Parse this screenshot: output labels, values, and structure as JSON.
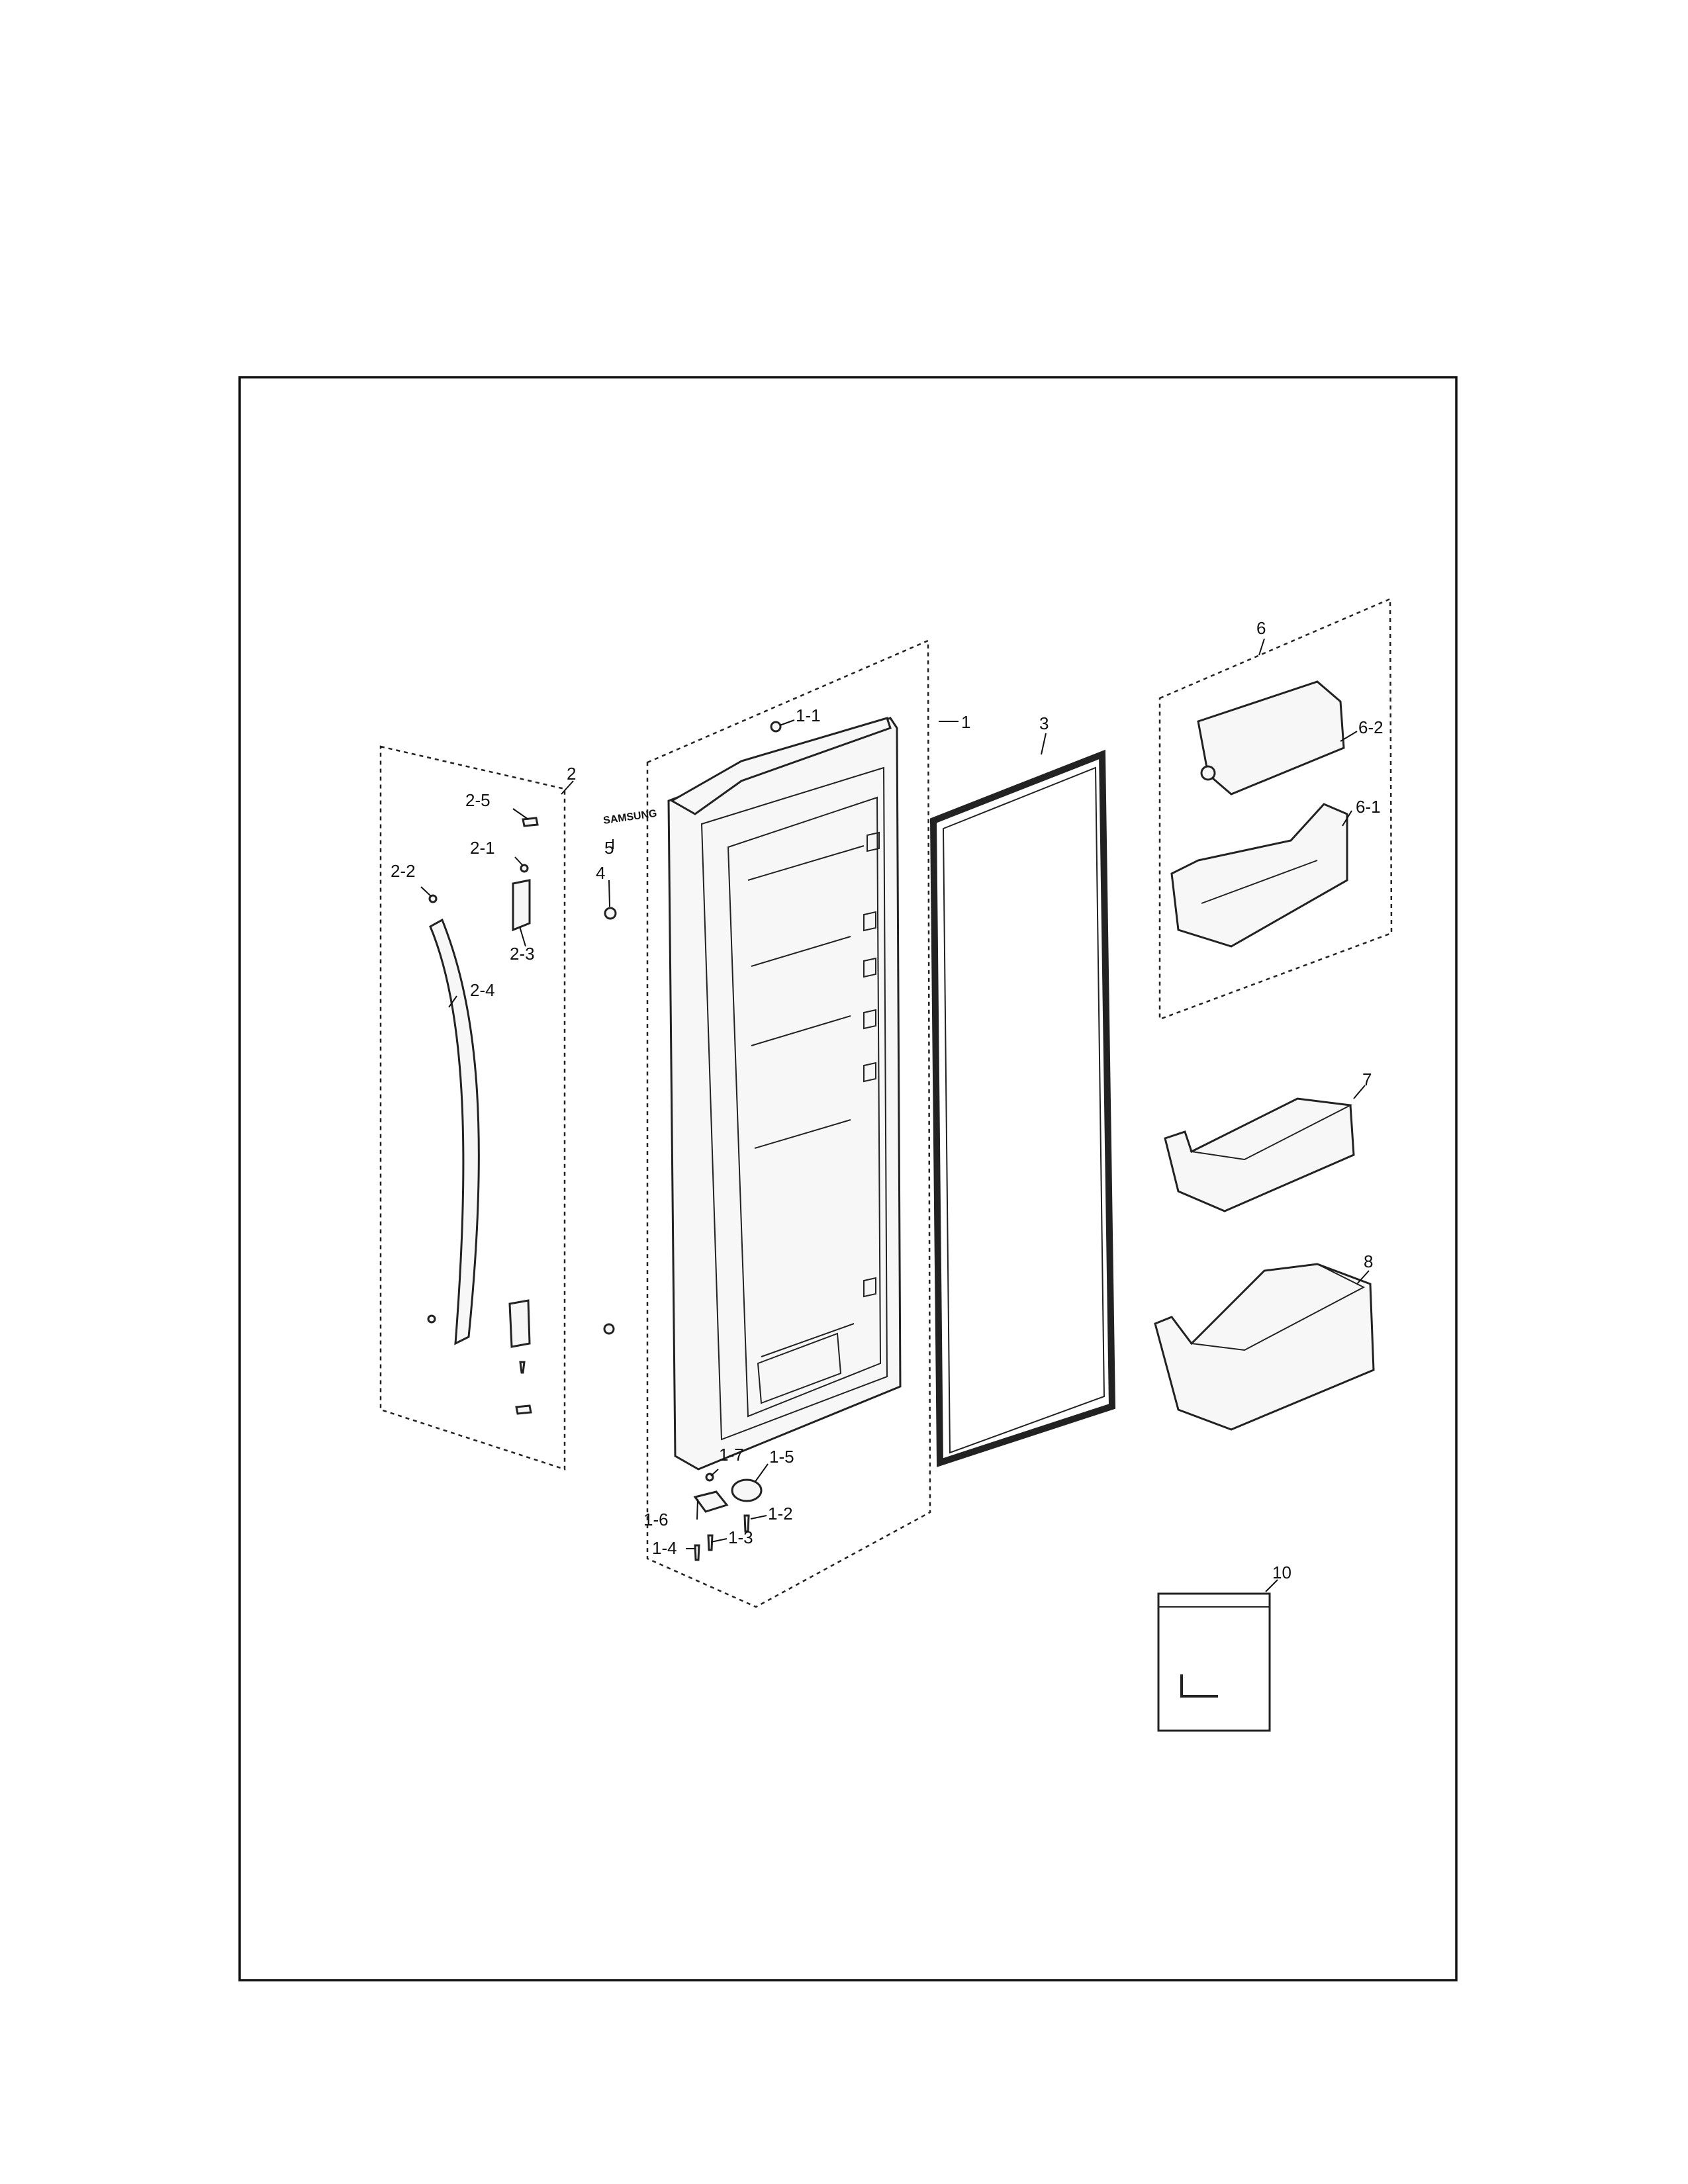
{
  "brand_mark": "SAMSUNG",
  "callouts": {
    "c1": "1",
    "c1_1": "1-1",
    "c1_2": "1-2",
    "c1_3": "1-3",
    "c1_4": "1-4",
    "c1_5": "1-5",
    "c1_6": "1-6",
    "c1_7": "1-7",
    "c2": "2",
    "c2_1": "2-1",
    "c2_2": "2-2",
    "c2_3": "2-3",
    "c2_4": "2-4",
    "c2_5": "2-5",
    "c3": "3",
    "c4": "4",
    "c5": "5",
    "c6": "6",
    "c6_1": "6-1",
    "c6_2": "6-2",
    "c7": "7",
    "c8": "8",
    "c10": "10"
  }
}
